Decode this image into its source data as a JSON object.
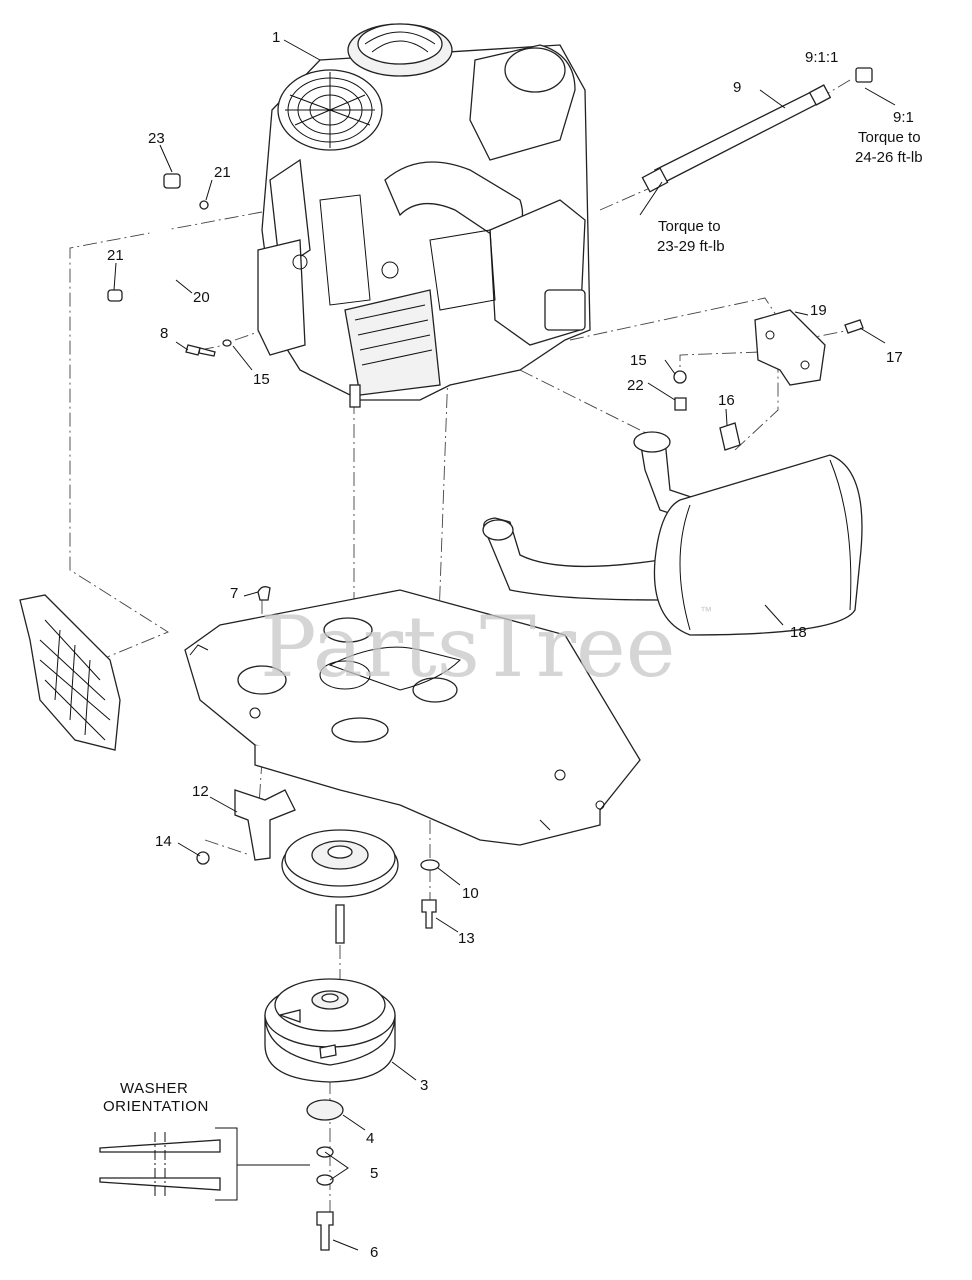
{
  "diagram": {
    "callouts": [
      {
        "id": "callout-1",
        "label": "1"
      },
      {
        "id": "callout-3",
        "label": "3"
      },
      {
        "id": "callout-4",
        "label": "4"
      },
      {
        "id": "callout-5",
        "label": "5"
      },
      {
        "id": "callout-6",
        "label": "6"
      },
      {
        "id": "callout-7",
        "label": "7"
      },
      {
        "id": "callout-8",
        "label": "8"
      },
      {
        "id": "callout-9",
        "label": "9"
      },
      {
        "id": "callout-9-1-1",
        "label": "9:1:1"
      },
      {
        "id": "callout-9-1",
        "label": "9:1"
      },
      {
        "id": "callout-10",
        "label": "10"
      },
      {
        "id": "callout-12",
        "label": "12"
      },
      {
        "id": "callout-13",
        "label": "13"
      },
      {
        "id": "callout-14",
        "label": "14"
      },
      {
        "id": "callout-15a",
        "label": "15"
      },
      {
        "id": "callout-15b",
        "label": "15"
      },
      {
        "id": "callout-16",
        "label": "16"
      },
      {
        "id": "callout-17",
        "label": "17"
      },
      {
        "id": "callout-18",
        "label": "18"
      },
      {
        "id": "callout-19",
        "label": "19"
      },
      {
        "id": "callout-20",
        "label": "20"
      },
      {
        "id": "callout-21a",
        "label": "21"
      },
      {
        "id": "callout-21b",
        "label": "21"
      },
      {
        "id": "callout-22",
        "label": "22"
      },
      {
        "id": "callout-23",
        "label": "23"
      }
    ],
    "notes": {
      "torque_upper_line1": "Torque to",
      "torque_upper_line2": "24-26 ft-lb",
      "torque_lower_line1": "Torque to",
      "torque_lower_line2": "23-29 ft-lb"
    },
    "washer_heading_line1": "WASHER",
    "washer_heading_line2": "ORIENTATION",
    "watermark": "PartsTree",
    "watermark_tm": "™"
  }
}
